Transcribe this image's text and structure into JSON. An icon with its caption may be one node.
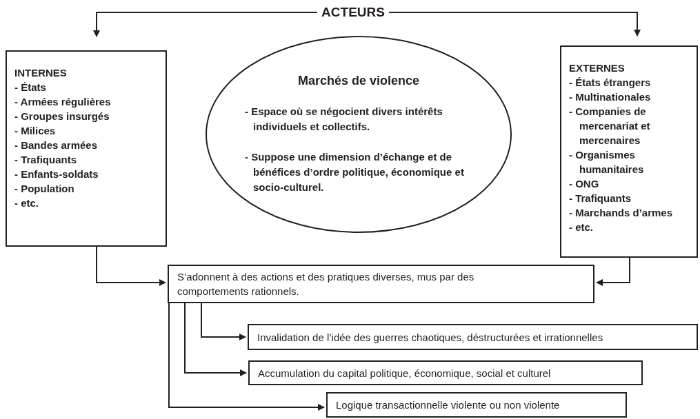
{
  "diagram": {
    "nodes": [
      {
        "text": [
          "ACTEURS"
        ]
      },
      {
        "text": [
          "INTERNES",
          "- États",
          "- Armées régulières",
          "- Groupes insurgés",
          "- Milices",
          "- Bandes armées",
          "- Trafiquants",
          "- Enfants-soldats",
          "- Population",
          "- etc."
        ]
      },
      {
        "text": [
          "Marchés de violence",
          "- Espace où se négocient divers intérêts individuels et collectifs.",
          "- Suppose une dimension d’échange et de bénéfices d’ordre politique, économique et socio-culturel."
        ]
      },
      {
        "text": [
          "EXTERNES",
          "- États étrangers",
          "- Multinationales",
          "- Companies de mercenariat et mercenaires",
          "- Organismes humanitaires",
          "- ONG",
          "- Trafiquants",
          "- Marchands d’armes",
          "- etc."
        ]
      },
      {
        "text": [
          "S’adonnent à des actions et des pratiques diverses, mus par des comportements rationnels."
        ]
      },
      {
        "text": [
          "Invalidation de l’idée des guerres chaotiques, déstructurées et irrationnelles"
        ]
      },
      {
        "text": [
          "Accumulation du capital politique, économique, social et culturel"
        ]
      },
      {
        "text": [
          "Logique transactionnelle violente ou non violente"
        ]
      }
    ],
    "edges": [
      {
        "from": 0,
        "to": 1,
        "arrow": "to"
      },
      {
        "from": 0,
        "to": 3,
        "arrow": "to"
      },
      {
        "from": 1,
        "to": 4,
        "arrow": "to"
      },
      {
        "from": 3,
        "to": 4,
        "arrow": "to"
      },
      {
        "from": 4,
        "to": 5,
        "arrow": "to"
      },
      {
        "from": 4,
        "to": 6,
        "arrow": "to"
      },
      {
        "from": 4,
        "to": 7,
        "arrow": "to"
      }
    ]
  }
}
